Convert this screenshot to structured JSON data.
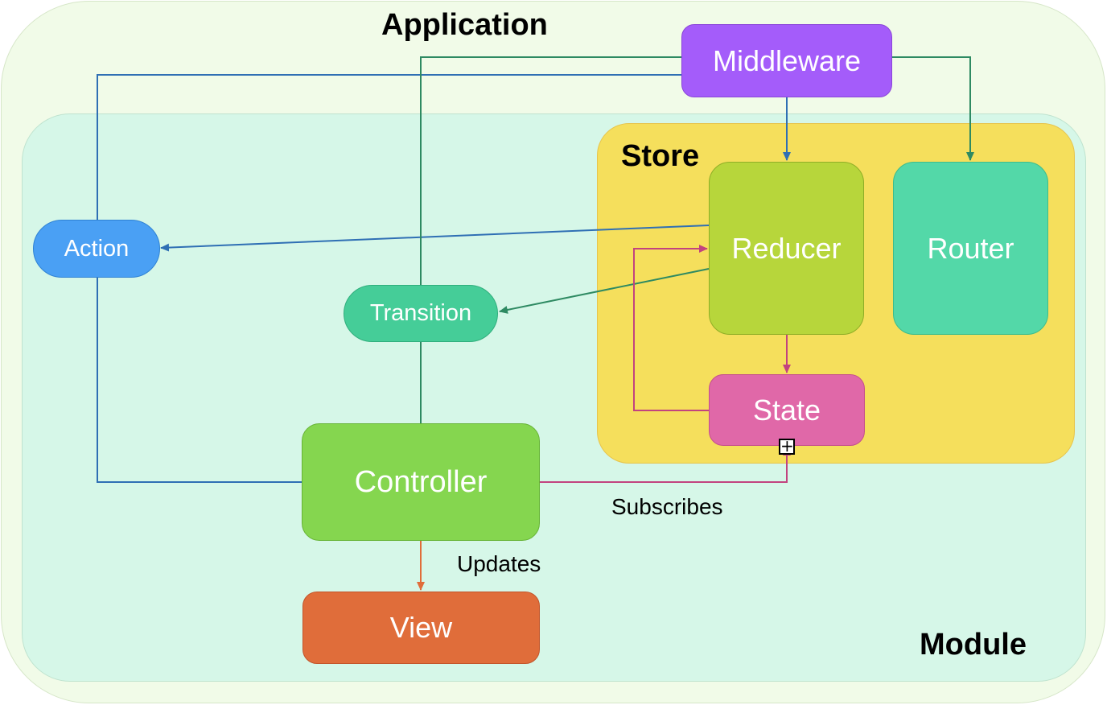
{
  "containers": {
    "application": "Application",
    "module": "Module",
    "store": "Store"
  },
  "nodes": {
    "middleware": "Middleware",
    "reducer": "Reducer",
    "router": "Router",
    "state": "State",
    "action": "Action",
    "transition": "Transition",
    "controller": "Controller",
    "view": "View"
  },
  "edge_labels": {
    "subscribes": "Subscribes",
    "updates": "Updates"
  },
  "colors": {
    "blue_edge": "#2f6fb4",
    "green_edge": "#2e8a62",
    "pink_edge": "#c2437f",
    "orange_edge": "#e06d3a"
  },
  "icons": {
    "connection_handle": "plus-square-icon",
    "connection_handle_glyph": "+"
  }
}
